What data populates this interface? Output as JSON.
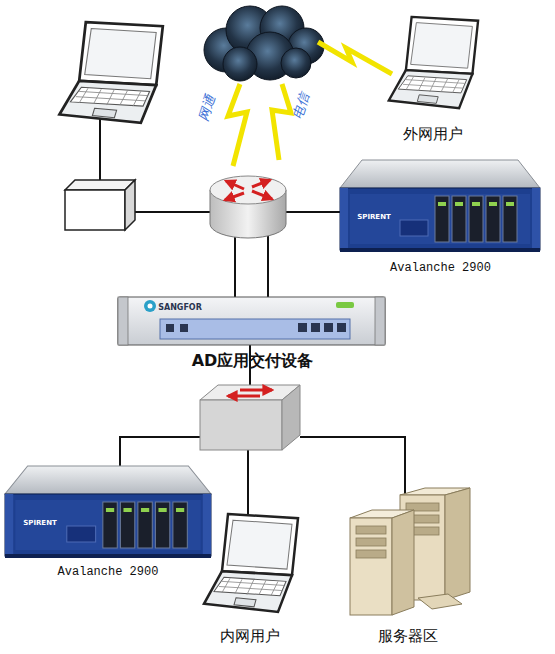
{
  "diagram": {
    "nodes": [
      {
        "text": [
          "外网用户"
        ]
      },
      {
        "text": [
          "Avalanche 2900"
        ]
      },
      {
        "text": [
          "AD应用交付设备"
        ]
      },
      {
        "text": [
          "Avalanche 2900"
        ]
      },
      {
        "text": [
          "内网用户"
        ]
      },
      {
        "text": [
          "服务器区"
        ]
      }
    ],
    "labels": [
      "网通",
      "电信",
      "SPIRENT",
      "SANGFOR",
      "SPIRENT"
    ]
  }
}
